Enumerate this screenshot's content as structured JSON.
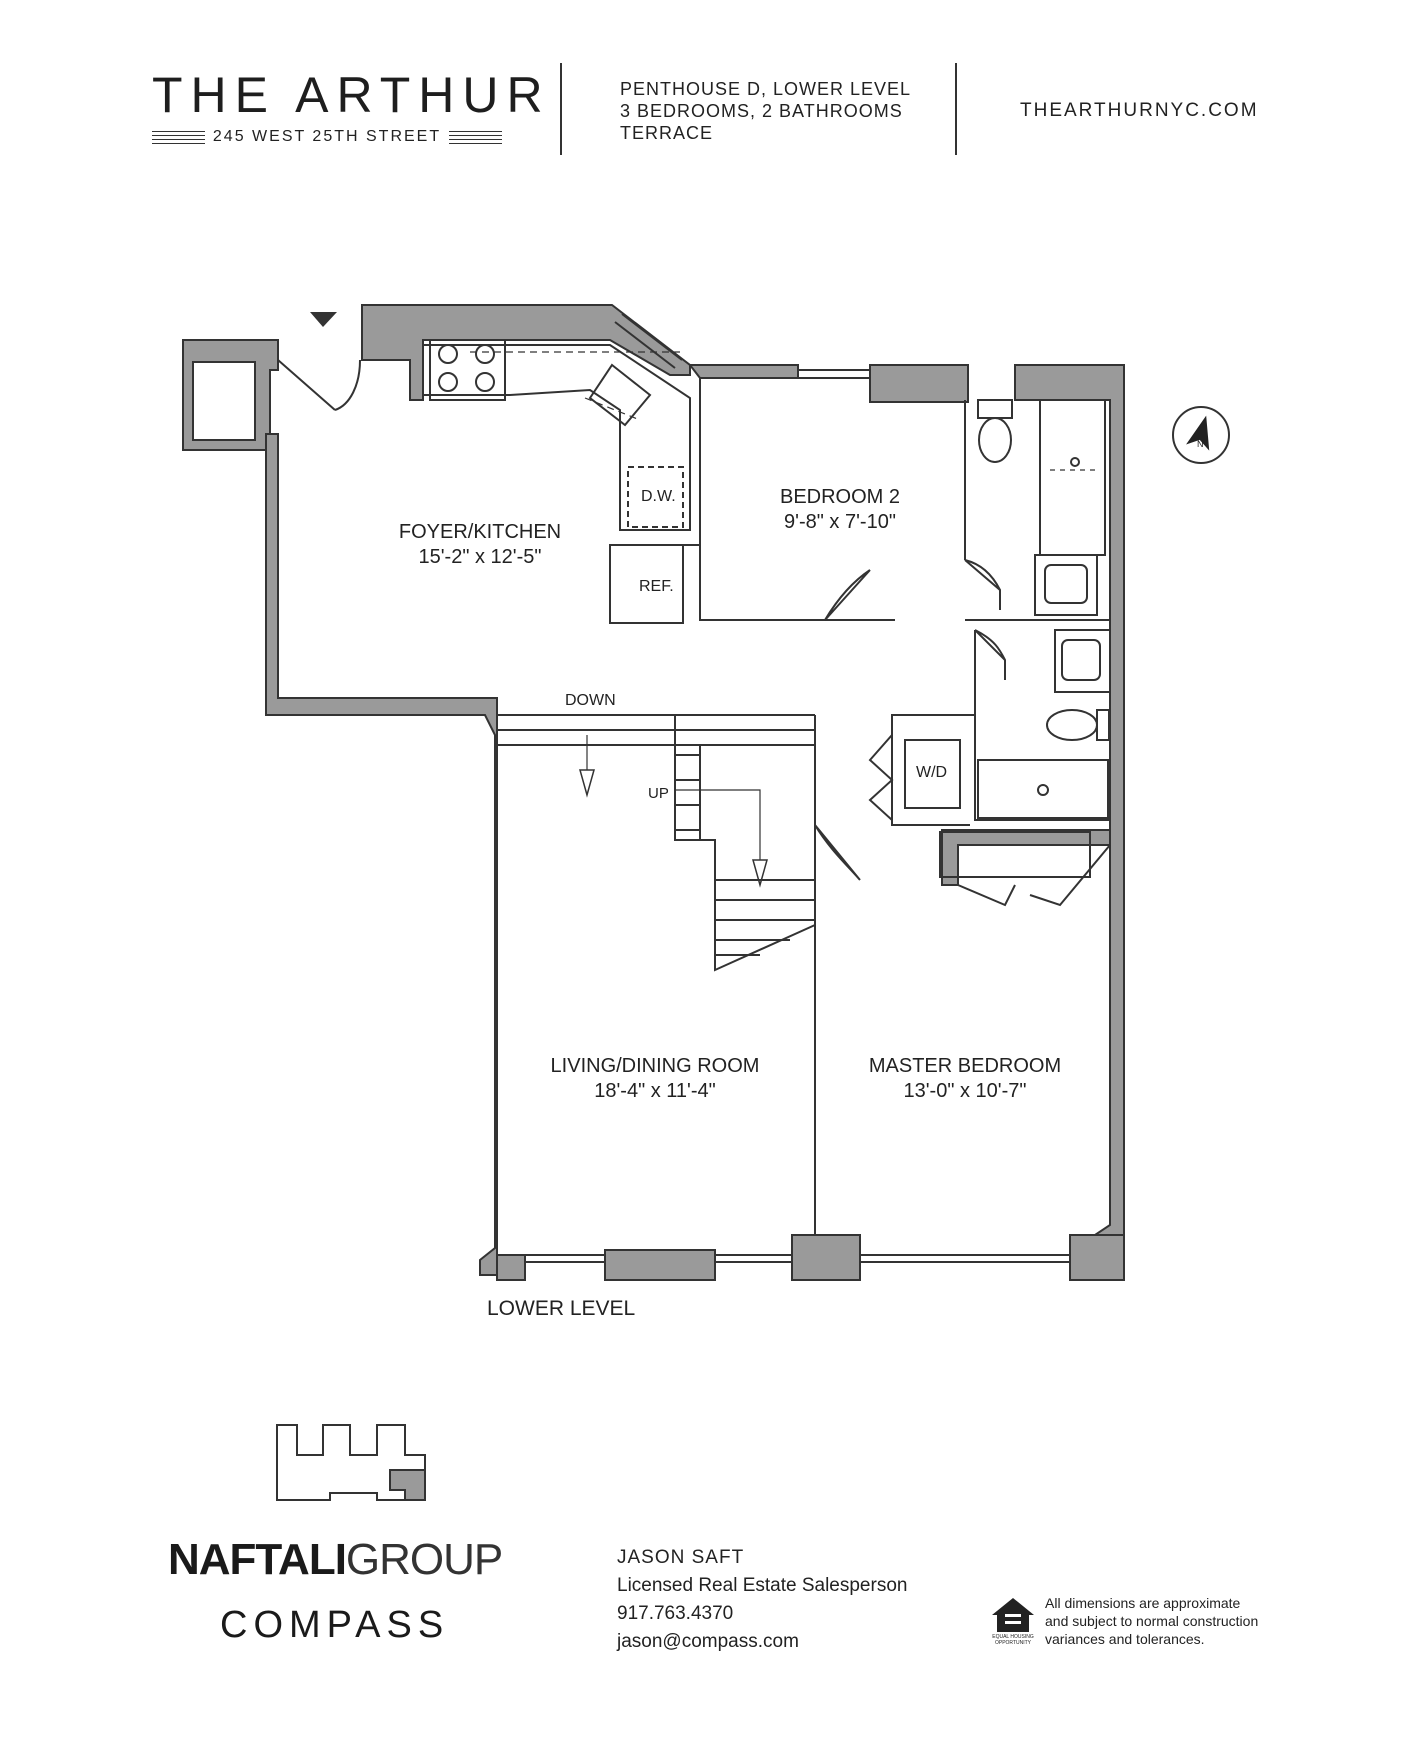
{
  "header": {
    "building_name": "THE ARTHUR",
    "address": "245 WEST 25TH STREET",
    "unit_lines": [
      "PENTHOUSE D, LOWER LEVEL",
      "3 BEDROOMS, 2 BATHROOMS",
      "TERRACE"
    ],
    "website": "THEARTHURNYC.COM"
  },
  "floorplan": {
    "rooms": [
      {
        "name": "FOYER/KITCHEN",
        "dims": "15'-2\" x 12'-5\""
      },
      {
        "name": "BEDROOM 2",
        "dims": "9'-8\" x 7'-10\""
      },
      {
        "name": "LIVING/DINING ROOM",
        "dims": "18'-4\" x 11'-4\""
      },
      {
        "name": "MASTER BEDROOM",
        "dims": "13'-0\" x 10'-7\""
      }
    ],
    "fixtures": {
      "dishwasher": "D.W.",
      "refrigerator": "REF.",
      "washer_dryer": "W/D"
    },
    "stair_labels": {
      "down": "DOWN",
      "up": "UP"
    },
    "compass_letter": "N",
    "level_label": "LOWER LEVEL"
  },
  "footer": {
    "developer": {
      "bold": "NAFTALI",
      "light": "GROUP"
    },
    "brokerage": "COMPASS",
    "agent": {
      "name": "JASON SAFT",
      "title": "Licensed Real Estate Salesperson",
      "phone": "917.763.4370",
      "email": "jason@compass.com"
    },
    "equal_housing": "EQUAL HOUSING OPPORTUNITY",
    "disclaimer_lines": [
      "All dimensions are approximate",
      "and subject to normal construction",
      "variances and tolerances."
    ]
  },
  "colors": {
    "wall_fill": "#9a9a9a",
    "line": "#333333",
    "text": "#222222"
  }
}
